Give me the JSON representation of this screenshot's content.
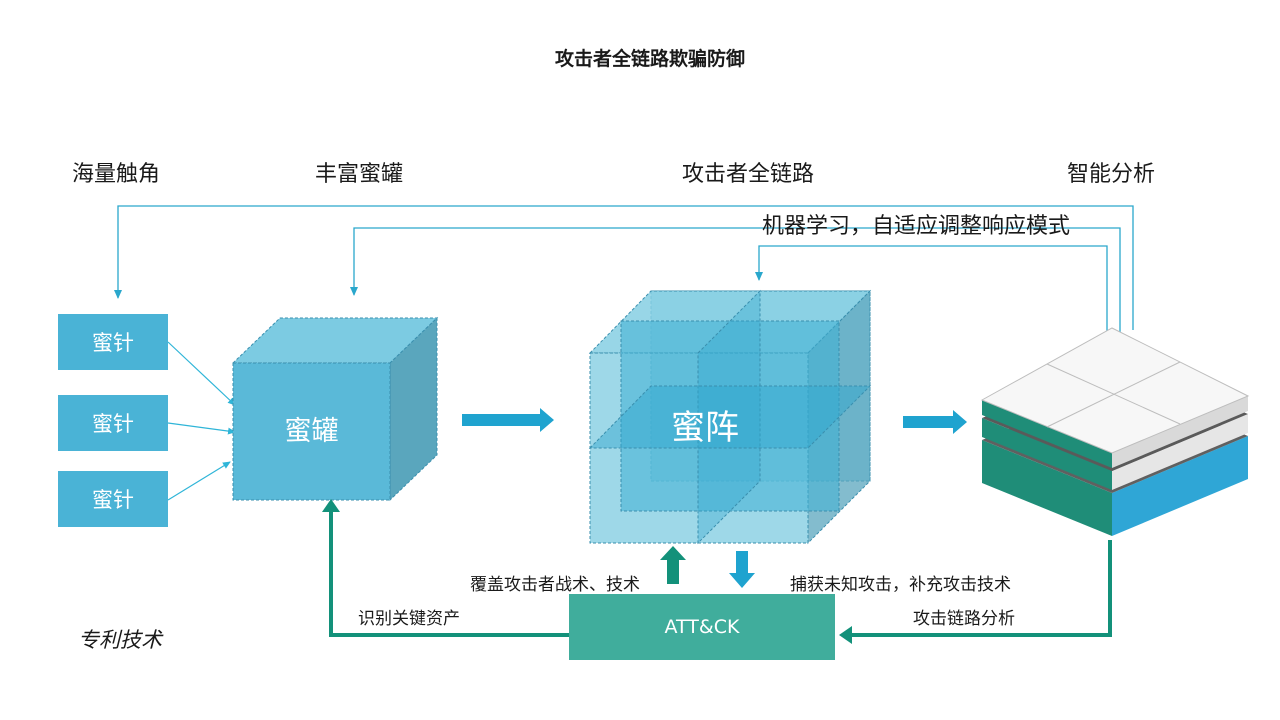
{
  "title": "攻击者全链路欺骗防御",
  "headings": {
    "probes": "海量触角",
    "honeypots": "丰富蜜罐",
    "chain": "攻击者全链路",
    "analysis": "智能分析"
  },
  "ml_text": "机器学习，自适应调整响应模式",
  "probes": [
    "蜜针",
    "蜜针",
    "蜜针"
  ],
  "honeypot_label": "蜜罐",
  "matrix_label": "蜜阵",
  "attck_label": "ATT&CK",
  "labels": {
    "coverage": "覆盖攻击者战术、技术",
    "capture": "捕获未知攻击，补充攻击技术",
    "identify": "识别关键资产",
    "chain_analysis": "攻击链路分析"
  },
  "patent": "专利技术",
  "colors": {
    "teal_blue": "#4ab3d6",
    "arrow_blue": "#1fa3cf",
    "green": "#40ad9c",
    "dark_green": "#13917a"
  }
}
